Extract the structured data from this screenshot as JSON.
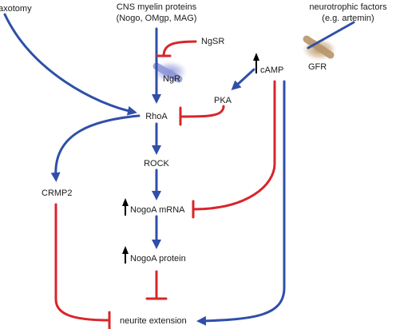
{
  "nodes": {
    "axotomy": "axotomy",
    "cns_line1": "CNS myelin proteins",
    "cns_line2": "(Nogo, OMgp, MAG)",
    "neuro_line1": "neurotrophic factors",
    "neuro_line2": "(e.g. artemin)",
    "ngsr": "NgSR",
    "ngr": "NgR",
    "gfr": "GFR",
    "camp": "cAMP",
    "pka": "PKA",
    "rhoa": "RhoA",
    "rock": "ROCK",
    "crmp2": "CRMP2",
    "nogoa_mrna": "NogoA mRNA",
    "nogoa_protein": "NogoA protein",
    "neurite": "neurite extension"
  },
  "colors": {
    "activation": "#2f4fa8",
    "inhibition": "#d8252b",
    "ngr_receptor": "#8d96d8",
    "gfr_receptor": "#b9966a",
    "text": "#1a1a1a"
  },
  "edges": [
    {
      "from": "axotomy",
      "to": "RhoA",
      "type": "activation"
    },
    {
      "from": "CNS myelin proteins",
      "to": "NgR",
      "type": "activation"
    },
    {
      "from": "NgSR",
      "to": "NgR",
      "type": "inhibition"
    },
    {
      "from": "neurotrophic factors",
      "to": "GFR",
      "type": "activation"
    },
    {
      "from": "cAMP",
      "to": "PKA",
      "type": "activation"
    },
    {
      "from": "PKA",
      "to": "RhoA",
      "type": "inhibition"
    },
    {
      "from": "NgR",
      "to": "RhoA",
      "type": "activation"
    },
    {
      "from": "RhoA",
      "to": "ROCK",
      "type": "activation"
    },
    {
      "from": "RhoA",
      "to": "CRMP2",
      "type": "activation"
    },
    {
      "from": "ROCK",
      "to": "NogoA mRNA",
      "type": "activation"
    },
    {
      "from": "cAMP",
      "to": "NogoA mRNA",
      "type": "inhibition"
    },
    {
      "from": "NogoA mRNA",
      "to": "NogoA protein",
      "type": "activation"
    },
    {
      "from": "NogoA protein",
      "to": "neurite extension",
      "type": "inhibition"
    },
    {
      "from": "CRMP2",
      "to": "neurite extension",
      "type": "inhibition"
    },
    {
      "from": "cAMP",
      "to": "neurite extension",
      "type": "activation"
    }
  ]
}
